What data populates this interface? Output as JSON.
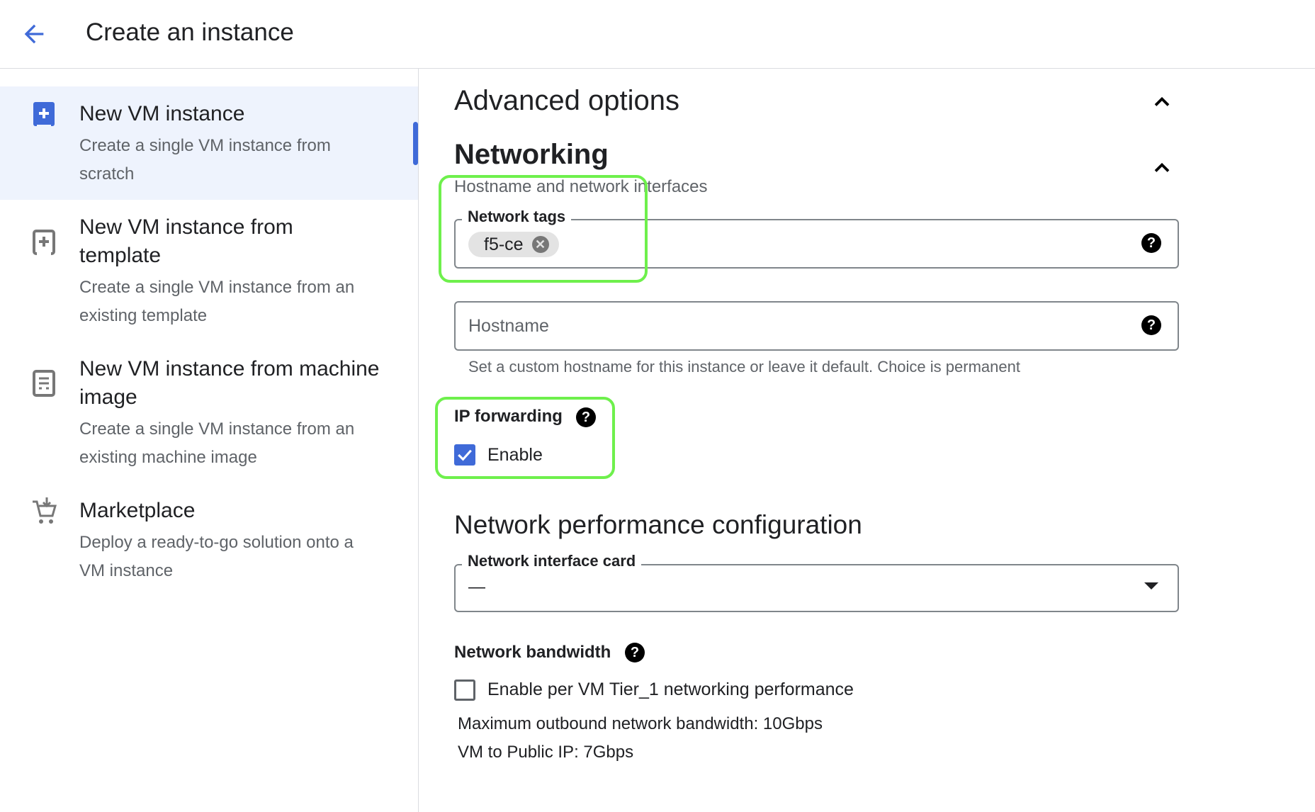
{
  "header": {
    "title": "Create an instance",
    "back_icon": "arrow-back-icon"
  },
  "sidebar": {
    "items": [
      {
        "title": "New VM instance",
        "desc_lines": [
          "Create a single VM instance from",
          "scratch"
        ],
        "icon": "add-box-icon",
        "selected": true
      },
      {
        "title_lines": [
          "New VM instance from",
          "template"
        ],
        "desc_lines": [
          "Create a single VM instance from an",
          "existing template"
        ],
        "icon": "add-box-outline-icon"
      },
      {
        "title_lines": [
          "New VM instance from machine",
          "image"
        ],
        "desc_lines": [
          "Create a single VM instance from an",
          "existing machine image"
        ],
        "icon": "machine-image-icon"
      },
      {
        "title": "Marketplace",
        "desc_lines": [
          "Deploy a ready-to-go solution onto a",
          "VM instance"
        ],
        "icon": "cart-icon"
      }
    ]
  },
  "main": {
    "advanced_title": "Advanced options",
    "networking_title": "Networking",
    "networking_subtitle": "Hostname and network interfaces",
    "network_tags": {
      "label": "Network tags",
      "chips": [
        "f5-ce"
      ]
    },
    "hostname": {
      "placeholder": "Hostname",
      "helper": "Set a custom hostname for this instance or leave it default. Choice is permanent"
    },
    "ip_forwarding": {
      "label": "IP forwarding",
      "checkbox_label": "Enable",
      "checked": true
    },
    "perf_title": "Network performance configuration",
    "nic": {
      "label": "Network interface card",
      "value": "—"
    },
    "bandwidth": {
      "label": "Network bandwidth",
      "checkbox_label": "Enable per VM Tier_1 networking performance",
      "checked": false,
      "max_outbound": "Maximum outbound network bandwidth: 10Gbps",
      "public_ip": "VM to Public IP: 7Gbps"
    }
  },
  "colors": {
    "accent": "#3f6ad8",
    "highlight": "#6ef04c",
    "selected_bg": "#eef3fd"
  }
}
